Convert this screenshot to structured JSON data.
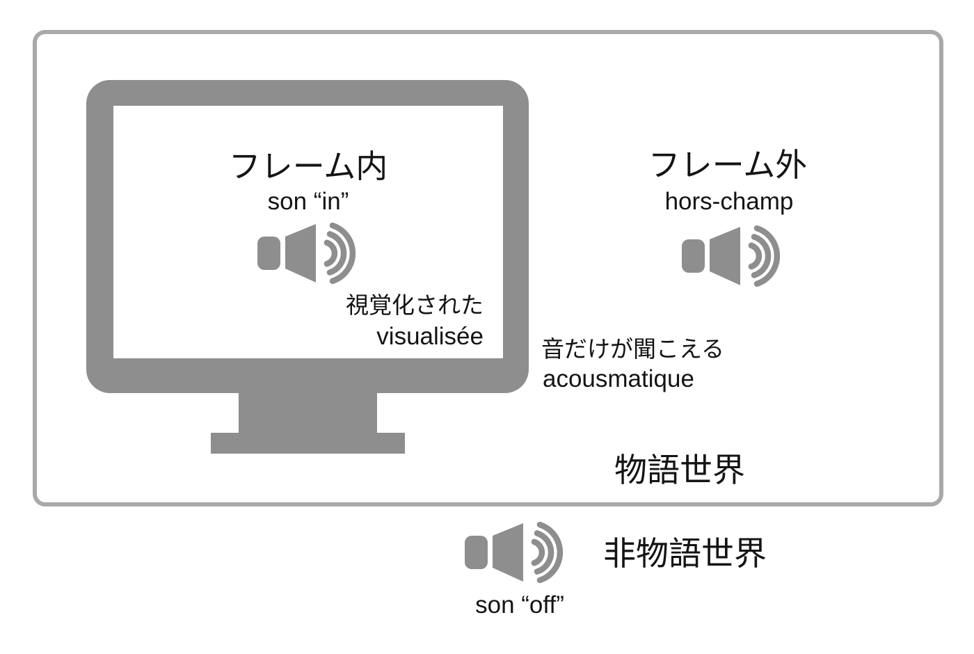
{
  "colors": {
    "shape_gray": "#8e8e8e",
    "boundary_gray": "#a9a9a9",
    "screen_white": "#ffffff",
    "text_black": "#141414"
  },
  "icons": {
    "monitor": "monitor-icon",
    "speaker": "speaker-sound-icon"
  },
  "diegetic": {
    "world_label": "物語世界",
    "in_frame": {
      "title": "フレーム内",
      "subtitle": "son “in”",
      "caption_ja": "視覚化された",
      "caption_fr": "visualisée"
    },
    "off_frame": {
      "title": "フレーム外",
      "subtitle": "hors-champ",
      "caption_ja": "音だけが聞こえる",
      "caption_fr": "acousmatique"
    }
  },
  "non_diegetic": {
    "world_label": "非物語世界",
    "subtitle": "son “off”"
  }
}
